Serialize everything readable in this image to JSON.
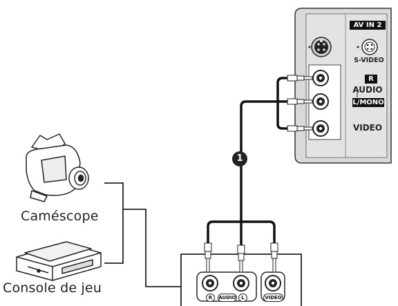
{
  "tv_panel": {
    "input_title": "AV IN 2",
    "svideo_label": "S-VIDEO",
    "r_tag": "R",
    "audio_label": "AUDIO",
    "lmono_tag": "L/MONO",
    "video_label": "VIDEO"
  },
  "devices": {
    "camcorder_label": "Caméscope",
    "console_label": "Console de jeu"
  },
  "source_panel": {
    "r_label": "R",
    "audio_label": "AUDIO",
    "l_label": "L",
    "video_label": "VIDEO"
  },
  "step_badge": "1"
}
